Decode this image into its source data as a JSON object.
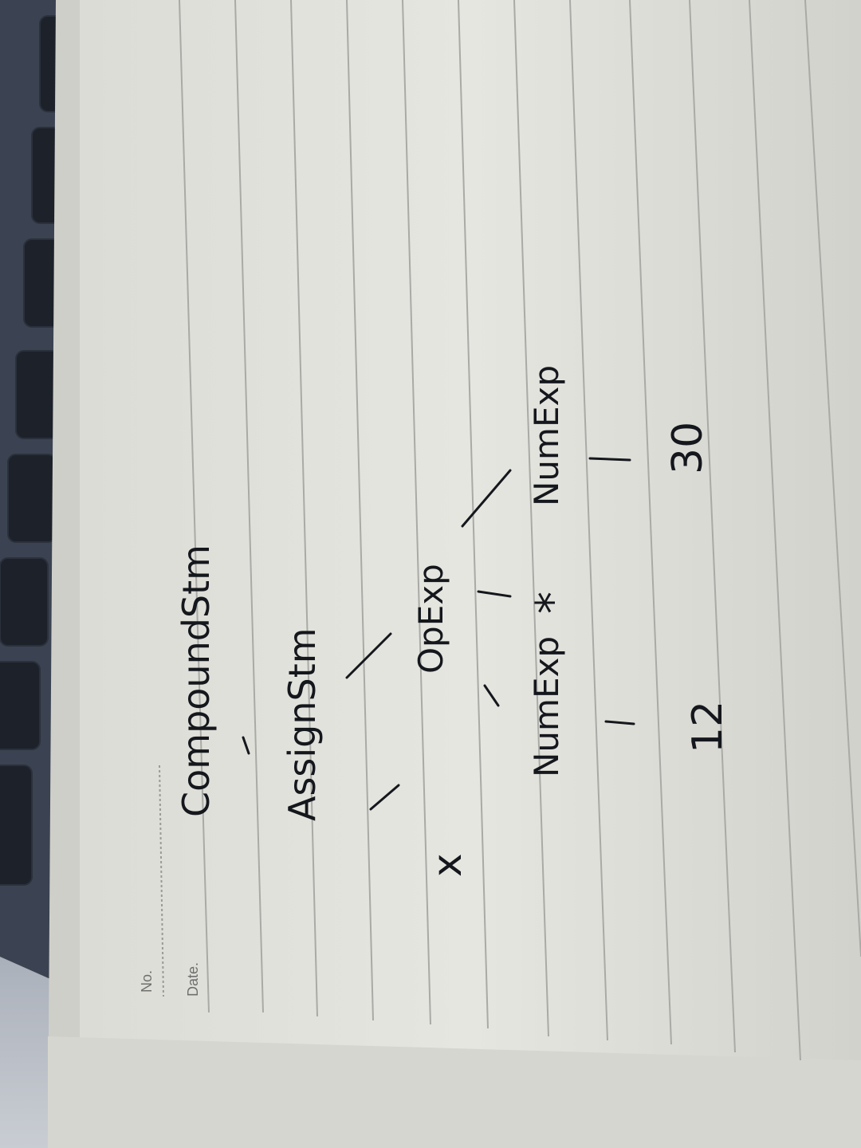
{
  "notebook": {
    "header": {
      "no_label": "No.",
      "date_label": "Date."
    }
  },
  "parse_tree": {
    "root": "CompoundStm",
    "level1": "AssignStm",
    "variable": "x",
    "operation": "OpExp",
    "left_operand": "NumExp",
    "operator": "*",
    "right_operand": "NumExp",
    "left_value": "12",
    "right_value": "30"
  }
}
